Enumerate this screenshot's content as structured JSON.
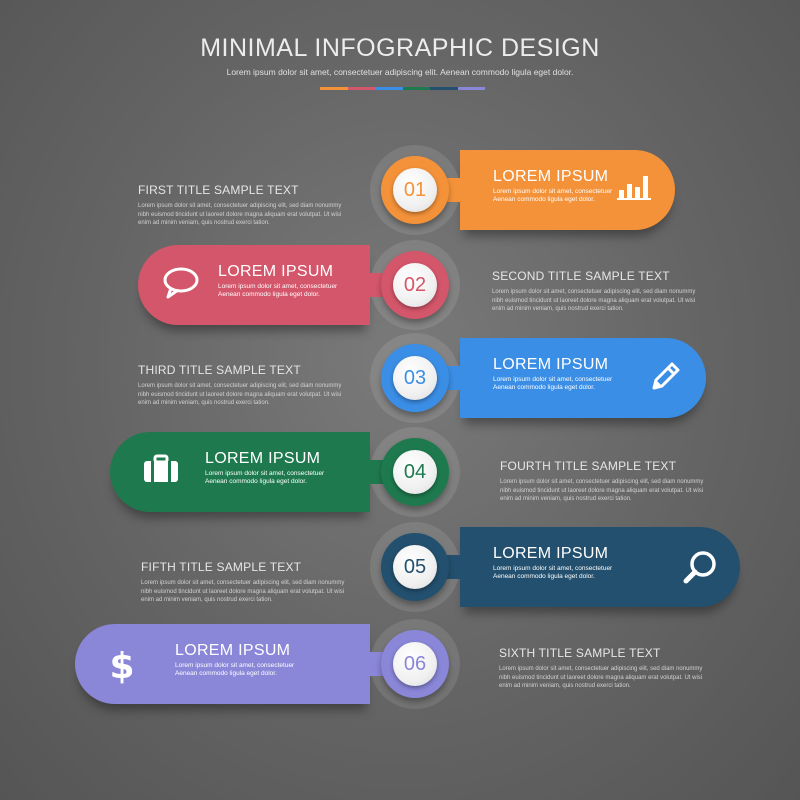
{
  "header": {
    "title": "MINIMAL INFOGRAPHIC DESIGN",
    "subtitle": "Lorem ipsum dolor sit amet, consectetuer adipiscing elit. Aenean commodo ligula eget dolor.",
    "bar_colors": [
      "#f4923a",
      "#d4566a",
      "#3b8ee6",
      "#1e7a4e",
      "#23506e",
      "#8a86d8"
    ]
  },
  "steps": [
    {
      "number": "01",
      "color": "#f4923a",
      "label": "LOREM IPSUM",
      "body": "Lorem ipsum dolor sit amet, consectetuer Aenean commodo ligula eget dolor.",
      "icon": "bar-chart-icon",
      "side_title": "FIRST TITLE SAMPLE TEXT",
      "side_body": "Lorem ipsum dolor sit amet, consectetuer adipiscing elit, sed diam nonummy nibh euismod tincidunt ut laoreet dolore magna aliquam erat volutpat. Ut wisi enim ad minim veniam, quis nostrud exerci tation."
    },
    {
      "number": "02",
      "color": "#d4566a",
      "label": "LOREM IPSUM",
      "body": "Lorem ipsum dolor sit amet, consectetuer Aenean commodo ligula eget dolor.",
      "icon": "speech-bubble-icon",
      "side_title": "SECOND TITLE SAMPLE TEXT",
      "side_body": "Lorem ipsum dolor sit amet, consectetuer adipiscing elit, sed diam nonummy nibh euismod tincidunt ut laoreet dolore magna aliquam erat volutpat. Ut wisi enim ad minim veniam, quis nostrud exerci tation."
    },
    {
      "number": "03",
      "color": "#3b8ee6",
      "label": "LOREM IPSUM",
      "body": "Lorem ipsum dolor sit amet, consectetuer Aenean commodo ligula eget dolor.",
      "icon": "pencil-icon",
      "side_title": "THIRD TITLE SAMPLE TEXT",
      "side_body": "Lorem ipsum dolor sit amet, consectetuer adipiscing elit, sed diam nonummy nibh euismod tincidunt ut laoreet dolore magna aliquam erat volutpat. Ut wisi enim ad minim veniam, quis nostrud exerci tation."
    },
    {
      "number": "04",
      "color": "#1e7a4e",
      "label": "LOREM IPSUM",
      "body": "Lorem ipsum dolor sit amet, consectetuer Aenean commodo ligula eget dolor.",
      "icon": "briefcase-icon",
      "side_title": "FOURTH TITLE SAMPLE TEXT",
      "side_body": "Lorem ipsum dolor sit amet, consectetuer adipiscing elit, sed diam nonummy nibh euismod tincidunt ut laoreet dolore magna aliquam erat volutpat. Ut wisi enim ad minim veniam, quis nostrud exerci tation."
    },
    {
      "number": "05",
      "color": "#23506e",
      "label": "LOREM IPSUM",
      "body": "Lorem ipsum dolor sit amet, consectetuer Aenean commodo ligula eget dolor.",
      "icon": "magnifier-icon",
      "side_title": "FIFTH TITLE SAMPLE TEXT",
      "side_body": "Lorem ipsum dolor sit amet, consectetuer adipiscing elit, sed diam nonummy nibh euismod tincidunt ut laoreet dolore magna aliquam erat volutpat. Ut wisi enim ad minim veniam, quis nostrud exerci tation."
    },
    {
      "number": "06",
      "color": "#8a86d8",
      "label": "LOREM IPSUM",
      "body": "Lorem ipsum dolor sit amet, consectetuer Aenean commodo ligula eget dolor.",
      "icon": "dollar-icon",
      "side_title": "SIXTH TITLE SAMPLE TEXT",
      "side_body": "Lorem ipsum dolor sit amet, consectetuer adipiscing elit, sed diam nonummy nibh euismod tincidunt ut laoreet dolore magna aliquam erat volutpat. Ut wisi enim ad minim veniam, quis nostrud exerci tation."
    }
  ]
}
